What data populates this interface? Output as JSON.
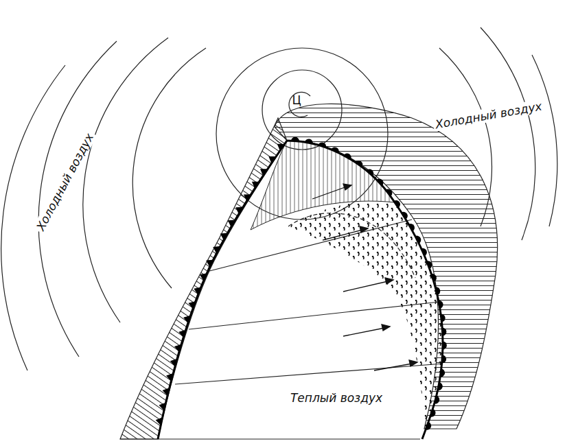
{
  "diagram": {
    "labels": [
      "Холодный воздух",
      "Холодный воздух",
      "Теплый воздух",
      "Ц"
    ]
  }
}
